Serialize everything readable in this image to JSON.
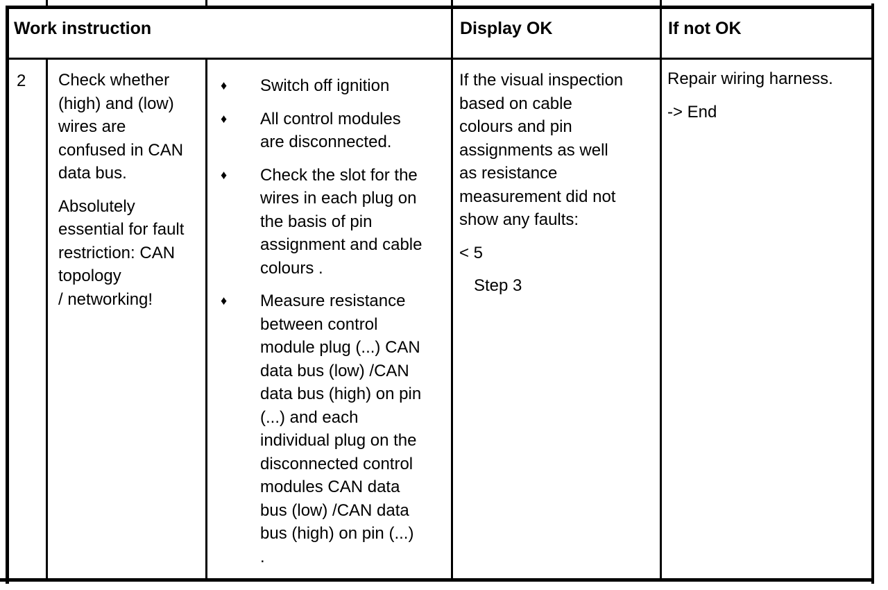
{
  "page": {
    "background": "#ffffff",
    "line_color": "#000000"
  },
  "icons": {
    "diamond_bullet": "♦"
  },
  "header": {
    "work_instruction": "Work instruction",
    "display_ok": "Display OK",
    "if_not_ok": "If not OK"
  },
  "row": {
    "step_number": "2",
    "instruction": {
      "paragraphs": [
        [
          "Check whether",
          "(high) and (low)",
          "wires are",
          "confused in CAN",
          "data bus."
        ],
        [
          "Absolutely",
          "essential for fault",
          "restriction: CAN",
          "topology",
          "/ networking!"
        ]
      ]
    },
    "work_steps": [
      [
        "Switch off ignition"
      ],
      [
        "All control modules",
        "are disconnected."
      ],
      [
        "Check the slot for the",
        "wires in each plug on",
        "the basis of pin",
        "assignment and cable",
        "colours ."
      ],
      [
        "Measure resistance",
        "between control",
        "module plug (...) CAN",
        "data bus (low) /CAN",
        "data bus (high) on pin",
        "(...) and each",
        "individual plug on the",
        "disconnected control",
        "modules CAN data",
        "bus (low) /CAN data",
        "bus (high) on pin (...)",
        "."
      ]
    ],
    "display_ok": {
      "condition": [
        "If the visual inspection",
        "based on cable",
        "colours and pin",
        "assignments as well",
        "as resistance",
        "measurement did not",
        "show any faults:"
      ],
      "value": "< 5",
      "step_ref": "Step 3"
    },
    "if_not_ok": {
      "action": "Repair wiring harness.",
      "end": "-> End"
    }
  }
}
